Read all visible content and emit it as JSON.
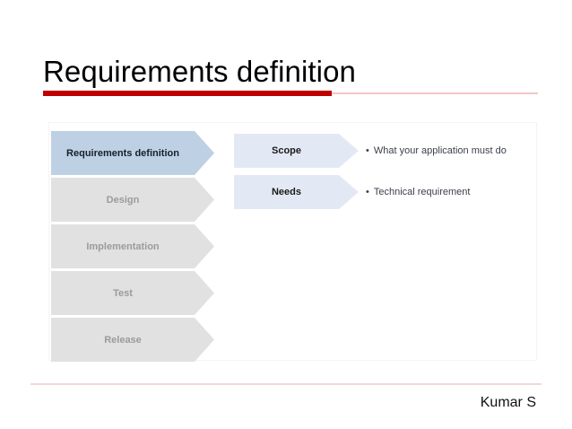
{
  "slide": {
    "title": "Requirements definition",
    "accent_color": "#c00000",
    "accent_light_color": "#f3c6c6",
    "background_color": "#ffffff"
  },
  "diagram": {
    "phases": [
      {
        "label": "Requirements definition",
        "state": "active",
        "color": "#bed0e4",
        "text_color": "#14202c"
      },
      {
        "label": "Design",
        "state": "inactive",
        "color": "#e1e1e1",
        "text_color": "#9b9b9b"
      },
      {
        "label": "Implementation",
        "state": "inactive",
        "color": "#e1e1e1",
        "text_color": "#9b9b9b"
      },
      {
        "label": "Test",
        "state": "inactive",
        "color": "#e1e1e1",
        "text_color": "#9b9b9b"
      },
      {
        "label": "Release",
        "state": "inactive",
        "color": "#e1e1e1",
        "text_color": "#9b9b9b"
      }
    ],
    "subitems": [
      {
        "label": "Scope",
        "color": "#e3e9f4"
      },
      {
        "label": "Needs",
        "color": "#e3e9f4"
      }
    ],
    "bullets": [
      {
        "marker": "•",
        "text": "What your application must do"
      },
      {
        "marker": "•",
        "text": "Technical requirement"
      }
    ]
  },
  "footer": {
    "author": "Kumar S",
    "rule_color": "#f6d6d6"
  }
}
